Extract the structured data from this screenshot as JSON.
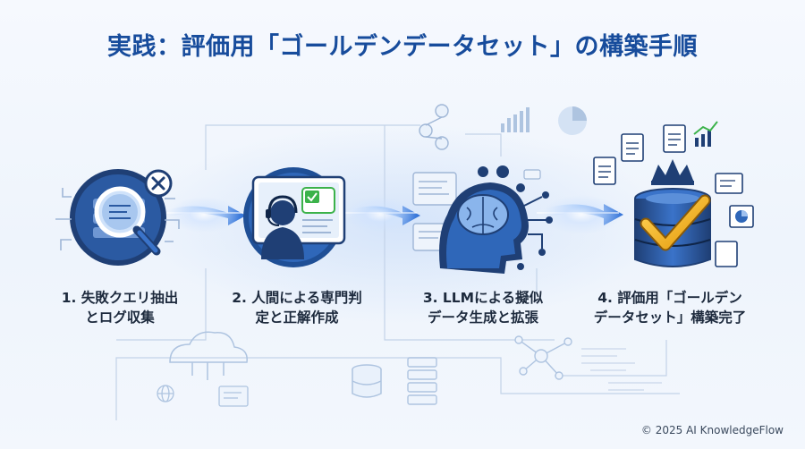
{
  "title": "実践：評価用「ゴールデンデータセット」の構築手順",
  "steps": [
    {
      "line1": "1. 失敗クエリ抽出",
      "line2": "とログ収集"
    },
    {
      "line1": "2. 人間による専門判",
      "line2": "定と正解作成"
    },
    {
      "line1": "3. LLMによる擬似",
      "line2": "データ生成と拡張"
    },
    {
      "line1": "4. 評価用「ゴールデン",
      "line2": "データセット」構築完了"
    }
  ],
  "footer": {
    "copyright": "© 2025 AI KnowledgeFlow"
  },
  "colors": {
    "title": "#174c9c",
    "icon_dark": "#1f3f75",
    "icon_mid": "#2f6ac2",
    "accent_green": "#3bb24a",
    "accent_gold": "#f2b31c",
    "arrow": "#7fb0f2"
  },
  "icons": {
    "step1": "magnifier-server-icon",
    "step2": "operator-monitor-icon",
    "step3": "ai-brain-icon",
    "step4": "golden-database-icon"
  }
}
